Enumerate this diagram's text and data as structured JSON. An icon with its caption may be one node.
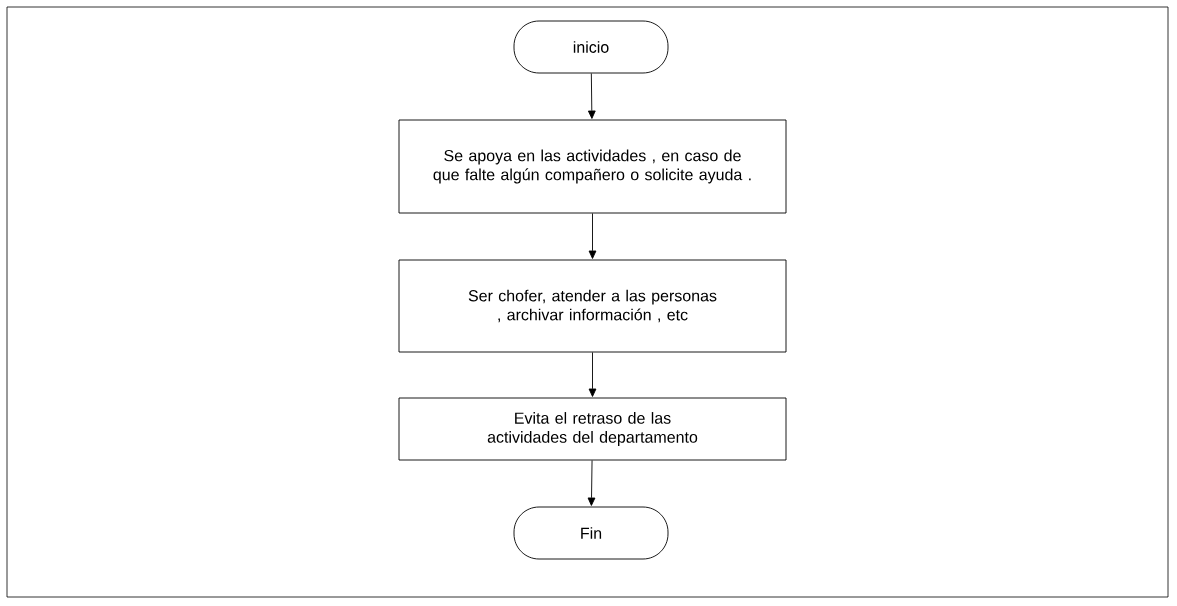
{
  "diagram": {
    "nodes": [
      {
        "text": [
          "inicio"
        ]
      },
      {
        "text": [
          "Se apoya en las actividades , en caso de que falte algún compañero o solicite ayuda ."
        ]
      },
      {
        "text": [
          "Ser chofer, atender a las personas , archivar información , etc"
        ]
      },
      {
        "text": [
          "Evita el retraso de las actividades del departamento"
        ]
      },
      {
        "text": [
          "Fin"
        ]
      }
    ],
    "edges": [
      {
        "from": 0,
        "to": 1,
        "arrow": "to"
      },
      {
        "from": 1,
        "to": 2,
        "arrow": "to"
      },
      {
        "from": 2,
        "to": 3,
        "arrow": "to"
      },
      {
        "from": 3,
        "to": 4,
        "arrow": "to"
      }
    ]
  }
}
